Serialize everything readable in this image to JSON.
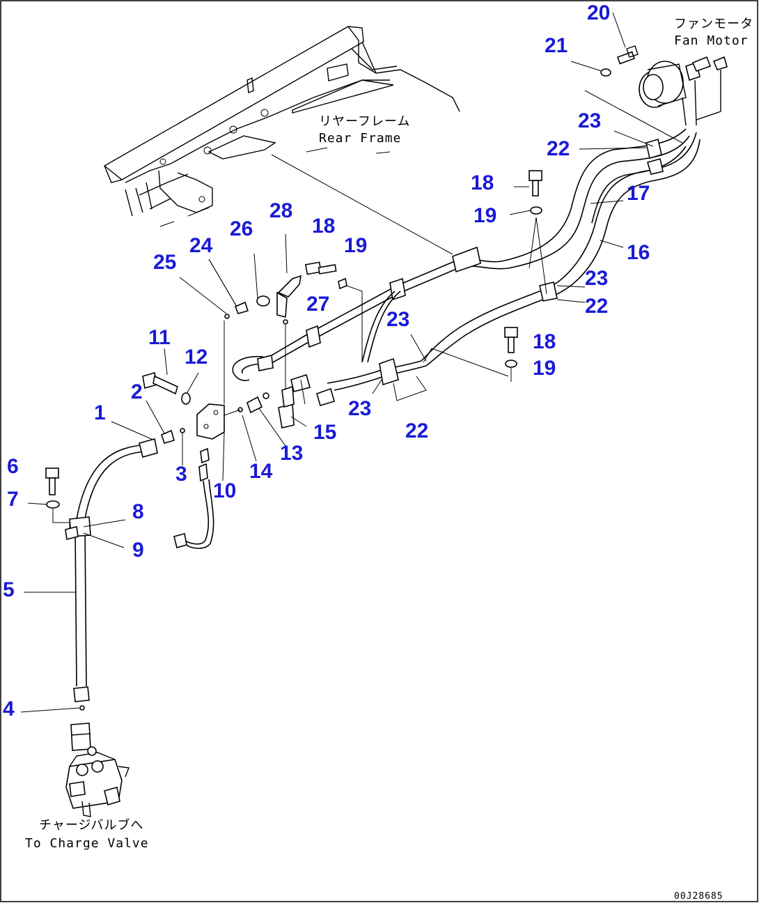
{
  "labels": {
    "rear_frame_jp": "リヤーフレーム",
    "rear_frame_en": "Rear Frame",
    "fan_motor_jp": "ファンモータ",
    "fan_motor_en": "Fan Motor",
    "charge_valve_jp": "チャージバルブへ",
    "charge_valve_en": "To Charge Valve",
    "drawing_code": "00J28685"
  },
  "callouts": [
    {
      "id": "c20",
      "text": "20"
    },
    {
      "id": "c21",
      "text": "21"
    },
    {
      "id": "c23a",
      "text": "23"
    },
    {
      "id": "c22a",
      "text": "22"
    },
    {
      "id": "c17",
      "text": "17"
    },
    {
      "id": "c16",
      "text": "16"
    },
    {
      "id": "c18a",
      "text": "18"
    },
    {
      "id": "c19a",
      "text": "19"
    },
    {
      "id": "c28",
      "text": "28"
    },
    {
      "id": "c26",
      "text": "26"
    },
    {
      "id": "c24",
      "text": "24"
    },
    {
      "id": "c25",
      "text": "25"
    },
    {
      "id": "c18b",
      "text": "18"
    },
    {
      "id": "c19b",
      "text": "19"
    },
    {
      "id": "c27",
      "text": "27"
    },
    {
      "id": "c23b",
      "text": "23"
    },
    {
      "id": "c22b",
      "text": "22"
    },
    {
      "id": "c23c",
      "text": "23"
    },
    {
      "id": "c18c",
      "text": "18"
    },
    {
      "id": "c19c",
      "text": "19"
    },
    {
      "id": "c11",
      "text": "11"
    },
    {
      "id": "c12",
      "text": "12"
    },
    {
      "id": "c2",
      "text": "2"
    },
    {
      "id": "c1",
      "text": "1"
    },
    {
      "id": "c23d",
      "text": "23"
    },
    {
      "id": "c22c",
      "text": "22"
    },
    {
      "id": "c15",
      "text": "15"
    },
    {
      "id": "c13",
      "text": "13"
    },
    {
      "id": "c14",
      "text": "14"
    },
    {
      "id": "c10",
      "text": "10"
    },
    {
      "id": "c3",
      "text": "3"
    },
    {
      "id": "c6",
      "text": "6"
    },
    {
      "id": "c7",
      "text": "7"
    },
    {
      "id": "c8",
      "text": "8"
    },
    {
      "id": "c9",
      "text": "9"
    },
    {
      "id": "c5",
      "text": "5"
    },
    {
      "id": "c4",
      "text": "4"
    }
  ]
}
